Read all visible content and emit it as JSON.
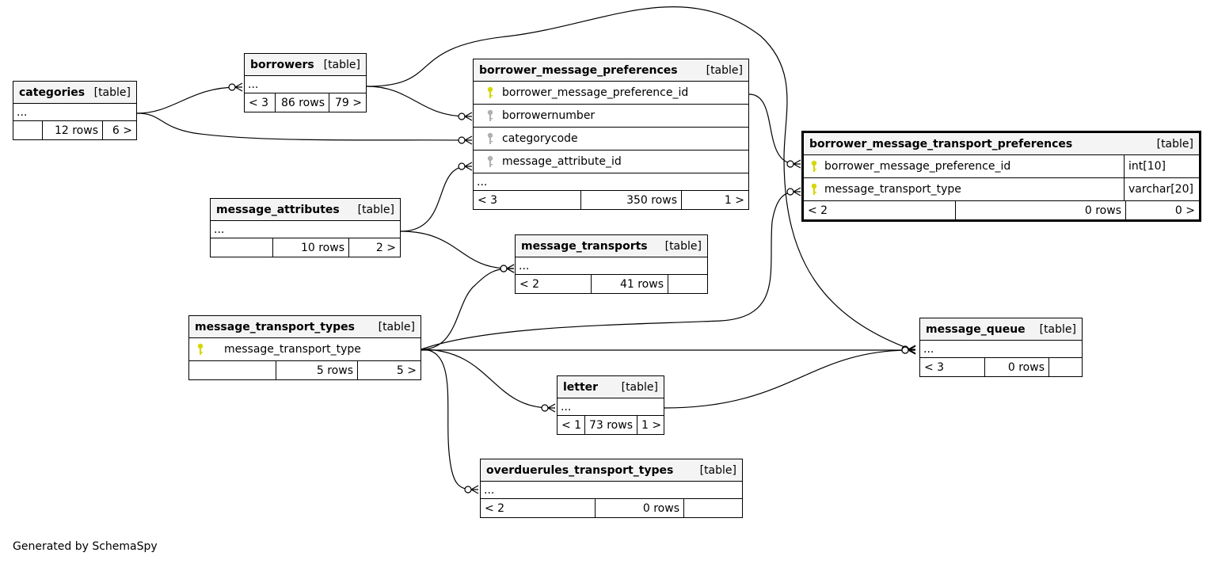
{
  "footer": "Generated by SchemaSpy",
  "colors": {
    "primary_key": "#d6d600",
    "foreign_key": "#b0b0b0",
    "header_bg": "#f4f4f4",
    "line": "#000000"
  },
  "tables": {
    "categories": {
      "name": "categories",
      "tag": "[table]",
      "ellipsis": "...",
      "stats": [
        "",
        "12 rows",
        "6 >"
      ]
    },
    "borrowers": {
      "name": "borrowers",
      "tag": "[table]",
      "ellipsis": "...",
      "stats": [
        "< 3",
        "86 rows",
        "79 >"
      ]
    },
    "bmp": {
      "name": "borrower_message_preferences",
      "tag": "[table]",
      "columns": [
        {
          "name": "borrower_message_preference_id",
          "key": "primary-key-icon"
        },
        {
          "name": "borrowernumber",
          "key": "foreign-key-icon"
        },
        {
          "name": "categorycode",
          "key": "foreign-key-icon"
        },
        {
          "name": "message_attribute_id",
          "key": "foreign-key-icon"
        }
      ],
      "ellipsis": "...",
      "stats": [
        "< 3",
        "350 rows",
        "1 >"
      ]
    },
    "bmtp": {
      "name": "borrower_message_transport_preferences",
      "tag": "[table]",
      "columns": [
        {
          "name": "borrower_message_preference_id",
          "type": "int[10]",
          "key": "primary-key-icon"
        },
        {
          "name": "message_transport_type",
          "type": "varchar[20]",
          "key": "primary-key-icon"
        }
      ],
      "stats": [
        "< 2",
        "0 rows",
        "0 >"
      ]
    },
    "message_attributes": {
      "name": "message_attributes",
      "tag": "[table]",
      "ellipsis": "...",
      "stats": [
        "",
        "10 rows",
        "2 >"
      ]
    },
    "message_transports": {
      "name": "message_transports",
      "tag": "[table]",
      "ellipsis": "...",
      "stats": [
        "< 2",
        "41 rows",
        ""
      ]
    },
    "message_transport_types": {
      "name": "message_transport_types",
      "tag": "[table]",
      "columns": [
        {
          "name": "message_transport_type",
          "key": "primary-key-icon"
        }
      ],
      "stats": [
        "",
        "5 rows",
        "5 >"
      ]
    },
    "message_queue": {
      "name": "message_queue",
      "tag": "[table]",
      "ellipsis": "...",
      "stats": [
        "< 3",
        "0 rows",
        ""
      ]
    },
    "letter": {
      "name": "letter",
      "tag": "[table]",
      "ellipsis": "...",
      "stats": [
        "< 1",
        "73 rows",
        "1 >"
      ]
    },
    "overduerules_transport_types": {
      "name": "overduerules_transport_types",
      "tag": "[table]",
      "ellipsis": "...",
      "stats": [
        "< 2",
        "0 rows",
        ""
      ]
    }
  }
}
